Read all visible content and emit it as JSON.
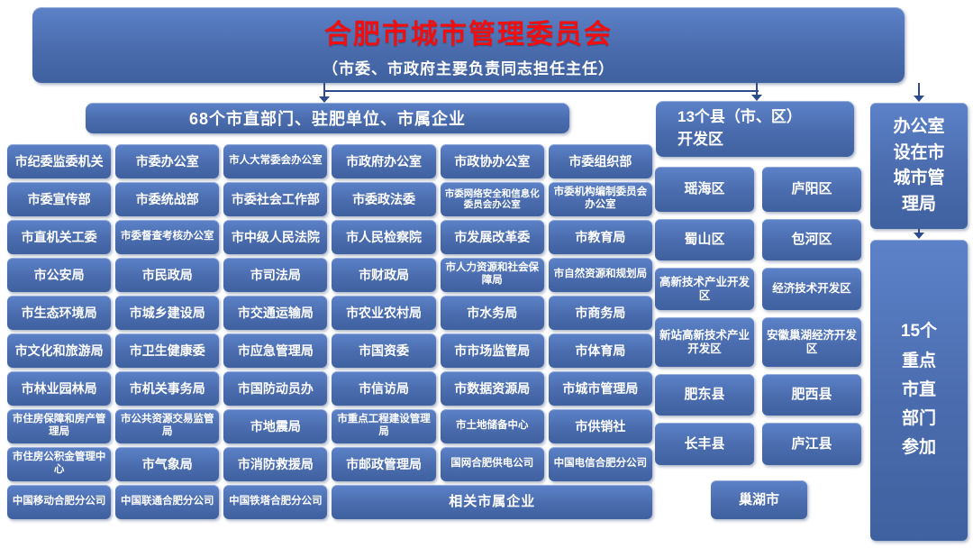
{
  "banner": {
    "title": "合肥市城市管理委员会",
    "subtitle": "（市委、市政府主要负责同志担任主任）"
  },
  "dept": {
    "header": "68个市直部门、驻肥单位、市属企业",
    "rows": [
      [
        "市纪委监委机关",
        "市委办公室",
        "市人大常委会办公室",
        "市政府办公室",
        "市政协办公室",
        "市委组织部"
      ],
      [
        "市委宣传部",
        "市委统战部",
        "市委社会工作部",
        "市委政法委",
        "市委网络安全和信息化委员会办公室",
        "市委机构编制委员会办公室"
      ],
      [
        "市直机关工委",
        "市委督查考核办公室",
        "市中级人民法院",
        "市人民检察院",
        "市发展改革委",
        "市教育局"
      ],
      [
        "市公安局",
        "市民政局",
        "市司法局",
        "市财政局",
        "市人力资源和社会保障局",
        "市自然资源和规划局"
      ],
      [
        "市生态环境局",
        "市城乡建设局",
        "市交通运输局",
        "市农业农村局",
        "市水务局",
        "市商务局"
      ],
      [
        "市文化和旅游局",
        "市卫生健康委",
        "市应急管理局",
        "市国资委",
        "市市场监管局",
        "市体育局"
      ],
      [
        "市林业园林局",
        "市机关事务局",
        "市国防动员办",
        "市信访局",
        "市数据资源局",
        "市城市管理局"
      ],
      [
        "市住房保障和房产管理局",
        "市公共资源交易监管局",
        "市地震局",
        "市重点工程建设管理局",
        "市土地储备中心",
        "市供销社"
      ],
      [
        "市住房公积金管理中心",
        "市气象局",
        "市消防救援局",
        "市邮政管理局",
        "国网合肥供电公司",
        "中国电信合肥分公司"
      ],
      [
        "中国移动合肥分公司",
        "中国联通合肥分公司",
        "中国铁塔合肥分公司"
      ]
    ],
    "merged": "相关市属企业"
  },
  "counties": {
    "header_line1": "13个县（市、区）",
    "header_line2": "开发区",
    "cells": [
      "瑶海区",
      "庐阳区",
      "蜀山区",
      "包河区",
      "高新技术产业开发区",
      "经济技术开发区",
      "新站高新技术产业开发区",
      "安徽巢湖经济开发区",
      "肥东县",
      "肥西县",
      "长丰县",
      "庐江县"
    ],
    "last": "巢湖市"
  },
  "office": "办公室设在市城市管理局",
  "participants": "15个重点市直部门参加",
  "colors": {
    "box_blue": "#4a6cae",
    "box_blue_light": "#5d82c8",
    "box_blue_dark": "#40619f",
    "connector": "#2e4c8d",
    "title_red": "#f10e0e",
    "text_white": "#ffffff",
    "background": "#ffffff"
  }
}
